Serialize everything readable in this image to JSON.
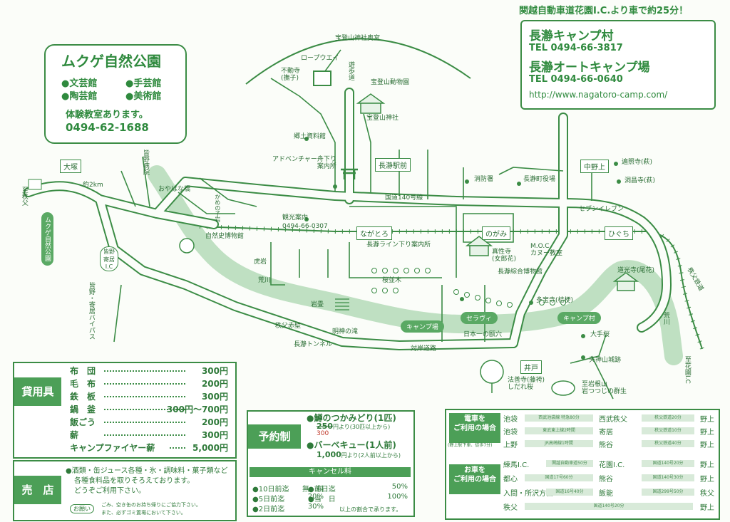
{
  "header": {
    "access_note": "関越自動車道花園I.C.より車で約25分！"
  },
  "camp": {
    "name1": "長瀞キャンプ村",
    "tel1": "TEL 0494-66-3817",
    "name2": "長瀞オートキャンプ場",
    "tel2": "TEL 0494-66-0640",
    "url": "http://www.nagatoro-camp.com/"
  },
  "mukuge": {
    "title": "ムクゲ自然公園",
    "facilities": [
      "文芸館",
      "手芸館",
      "陶芸館",
      "美術館"
    ],
    "workshop": "体験教室あります。",
    "tel": "0494-62-1688"
  },
  "map_labels": {
    "hodosan_oku": "宝登山神社奥宮",
    "ropeway": "ロープウエイ",
    "yuhodo": "遊歩道",
    "fudoji": "不動寺\n(撫子)",
    "zoo": "宝登山動物園",
    "hodosan_jinja": "宝登山神社",
    "kyodo": "郷土資料館",
    "adventure": "アドベンチャー舟下り\n案内所",
    "nagatoro_station": "長瀞駅前",
    "shobosho": "消防署",
    "town_office": "長瀞町役場",
    "nakanokami_box": "中野上",
    "henshoji": "遍照寺(萩)",
    "doshoji": "洞昌寺(萩)",
    "seven": "セブンイレブン",
    "otsuka": "大塚",
    "minano_hosp": "皆野病院",
    "oyahana": "おやはな橋",
    "about2km": "約2km",
    "to_chichibu": "至秩父",
    "mukuge_park_vert": "ムクゲ自然公園",
    "kamenoko": "かめの子岩",
    "route140": "国道140号線",
    "kanko": "観光案内",
    "kanko_tel": "0494-66-0307",
    "nagatoro_box": "ながとろ",
    "nogami_box": "のがみ",
    "higuchi_box": "ひぐち",
    "shizenshi": "自然史博物館",
    "line_kudari": "長瀞ライン下り案内所",
    "sakura": "桜並木",
    "moc": "M.O.C\nカヌー教室",
    "shinshoji": "真性寺\n(女郎花)",
    "sogo": "長瀞綜合博物館",
    "dokoji": "道光寺(尾花)",
    "minano_ic": "皆野\n寄居\nI.C",
    "torao": "虎岩",
    "arakawa": "荒川",
    "iwadatami": "岩畳",
    "chichibu_sekiheki": "秩父赤壁",
    "myojin": "明神の滝",
    "nagatoro_tunnel": "長瀞トンネル",
    "camp_jo": "キャンプ場",
    "serawi": "セラヴィ",
    "nihon_ichi": "日本一の甌穴",
    "camp_mura": "キャンプ村",
    "tahoji": "多宝寺(桔梗)",
    "ooyamazakura": "大手桜",
    "taigan": "対岸道路",
    "ido_box": "井戸",
    "tenjin": "天神山城跡",
    "hozenji": "法善寺(藤袴)\nしだれ桜",
    "iwane": "至岩根山\n岩つつじの群生",
    "to_hanazono": "至花園I.C",
    "chichibu_rail": "秩父鉄道",
    "minano_bypass": "皆野・寄居バイパス",
    "bullet": "●"
  },
  "rental": {
    "tag": "貸用具",
    "items": [
      {
        "name": "布　団",
        "price": "300円"
      },
      {
        "name": "毛　布",
        "price": "200円"
      },
      {
        "name": "鉄　板",
        "price": "300円"
      },
      {
        "name": "鍋　釜",
        "price": "300円〜700円"
      },
      {
        "name": "飯ごう",
        "price": "200円"
      },
      {
        "name": "薪",
        "price": "300円"
      },
      {
        "name": "キャンプファイヤー薪",
        "price": "5,000円"
      }
    ]
  },
  "shop": {
    "tag": "売　店",
    "lines": [
      "●酒類・缶ジュース各種・氷・調味料・菓子類など",
      "各種食料品を取りそろえております。",
      "どうぞご利用下さい。"
    ],
    "note_tag": "お願い",
    "note_lines": [
      "ごみ、空き缶のお持ち帰りにご協力下さい。",
      "また、必ずゴミ置場において下さい。"
    ]
  },
  "reserve": {
    "tag": "予約制",
    "item1": "鱒のつかみどり(1匹)",
    "price1_old": "250",
    "price1_new": "300",
    "price1_note": "円より(30匹以上から)",
    "item2": "バーベキュー(1人前)",
    "price2": "1,000",
    "price2_note": "円より(2人前以上から)",
    "cancel_tag": "キャンセル料",
    "cancel": [
      {
        "when": "10日前迄",
        "fee": "無　料"
      },
      {
        "when": "5日前迄",
        "fee": "20%"
      },
      {
        "when": "2日前迄",
        "fee": "30%"
      },
      {
        "when": "前日迄",
        "fee": "50%"
      },
      {
        "when": "当　日",
        "fee": "100%"
      }
    ],
    "cancel_note": "以上の割合で承ります。"
  },
  "transport": {
    "train_tag": "電車を\nご利用の場合",
    "train_sub": "(野上駅下車、徒歩7分)",
    "train": [
      {
        "from": "池袋",
        "bar": "西武池袋線 特急80分",
        "mid": "西武秩父",
        "bar2": "秩父鉄道20分",
        "to": "野上"
      },
      {
        "from": "池袋",
        "bar": "東武東上線2時間",
        "mid": "寄居",
        "bar2": "秩父鉄道10分",
        "to": "野上"
      },
      {
        "from": "上野",
        "bar": "JR高崎線1時間",
        "mid": "熊谷",
        "bar2": "秩父鉄道40分",
        "to": "野上"
      }
    ],
    "car_tag": "お車を\nご利用の場合",
    "car": [
      {
        "from": "練馬I.C.",
        "bar": "関越自動車道50分",
        "mid": "花園I.C.",
        "bar2": "国道140号20分",
        "to": "野上"
      },
      {
        "from": "都心",
        "bar": "国道17号60分",
        "mid": "熊谷",
        "bar2": "国道140号30分",
        "to": "野上"
      },
      {
        "from": "入間・所沢方面",
        "bar": "国道16号40分",
        "mid": "飯能",
        "bar2": "国道299号50分",
        "to": "秩父"
      },
      {
        "from": "秩父",
        "bar": "国道140号20分",
        "mid": "",
        "bar2": "",
        "to": "野上"
      }
    ]
  }
}
